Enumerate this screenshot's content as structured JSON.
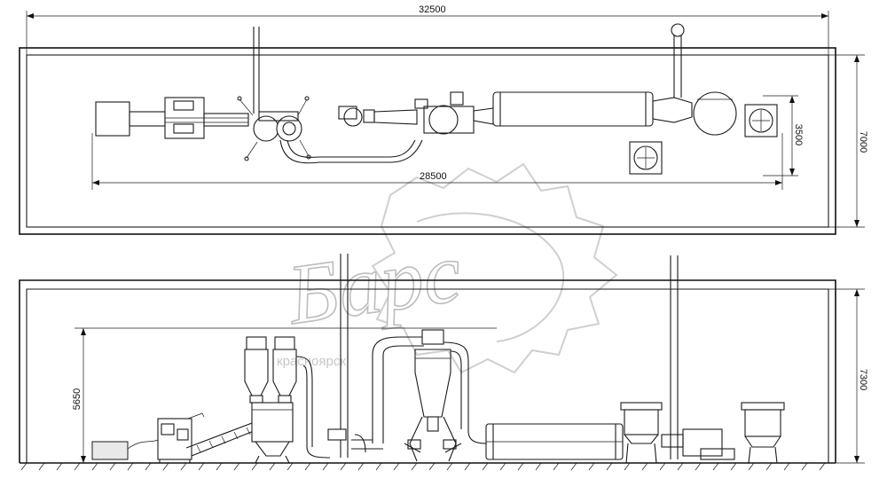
{
  "plan_view": {
    "dim_overall_length": "32500",
    "dim_line_length": "28500",
    "dim_width": "7000",
    "dim_equipment_width": "3500"
  },
  "elevation_view": {
    "dim_height": "7300",
    "dim_equipment_height": "5650"
  },
  "watermark": {
    "brand": "Барс",
    "city": "красноярск"
  },
  "colors": {
    "line": "#1a1a1a",
    "watermark": "#c8c8c8",
    "background": "#ffffff"
  }
}
